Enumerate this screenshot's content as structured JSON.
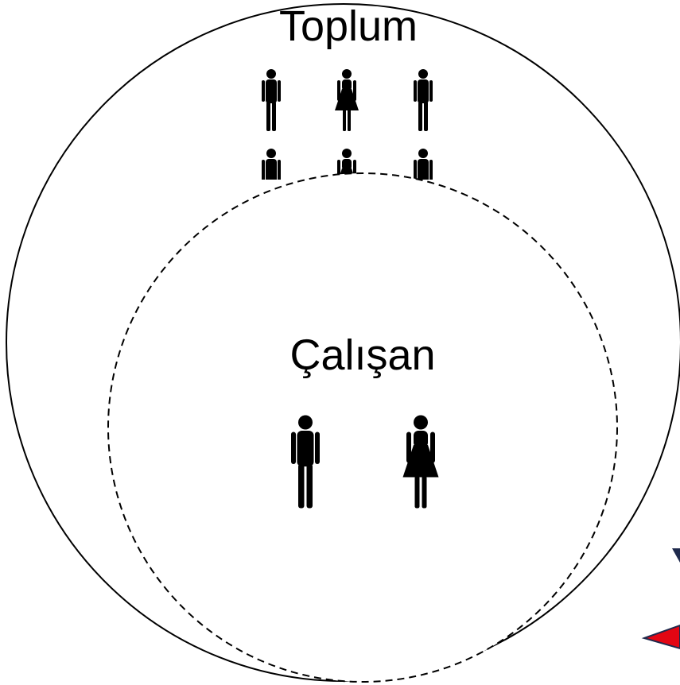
{
  "outer_circle": {
    "label": "Toplum"
  },
  "inner_circle": {
    "label": "Çalışan"
  },
  "colors": {
    "stroke": "#000000",
    "figure": "#000000",
    "accent_red": "#e30613",
    "accent_navy": "#1f2a4d",
    "background": "#ffffff"
  },
  "icons": {
    "male": "male-person-icon",
    "female": "female-person-icon"
  },
  "community_people": [
    "male",
    "female",
    "male",
    "male",
    "female",
    "male"
  ],
  "employee_people": [
    "male",
    "female"
  ]
}
